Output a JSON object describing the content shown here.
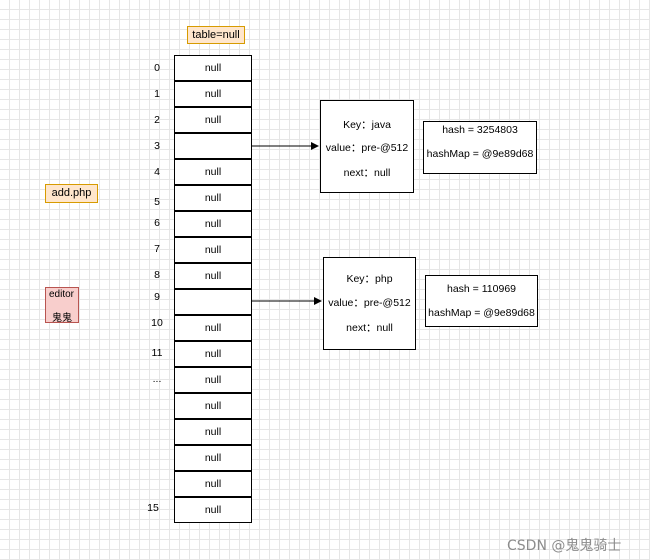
{
  "labels": {
    "table_null": "table=null",
    "add_php": "add.php",
    "editor_line1": "editor",
    "editor_line2": "鬼鬼"
  },
  "table": {
    "indices": [
      "0",
      "1",
      "2",
      "3",
      "4",
      "5",
      "6",
      "7",
      "8",
      "9",
      "10",
      "11",
      "...",
      "15"
    ],
    "cells": [
      "null",
      "null",
      "null",
      "",
      "null",
      "null",
      "null",
      "null",
      "null",
      "",
      "null",
      "null",
      "null",
      "null",
      "null",
      "null",
      "null",
      "null"
    ]
  },
  "node1": {
    "key": "Key：java",
    "value": "value：pre-@512",
    "next": "next：null",
    "hash": "hash = 3254803",
    "hashmap": "hashMap = @9e89d68"
  },
  "node2": {
    "key": "Key：php",
    "value": "value：pre-@512",
    "next": "next：null",
    "hash": "hash = 110969",
    "hashmap": "hashMap = @9e89d68"
  },
  "watermark": "CSDN @鬼鬼骑士"
}
